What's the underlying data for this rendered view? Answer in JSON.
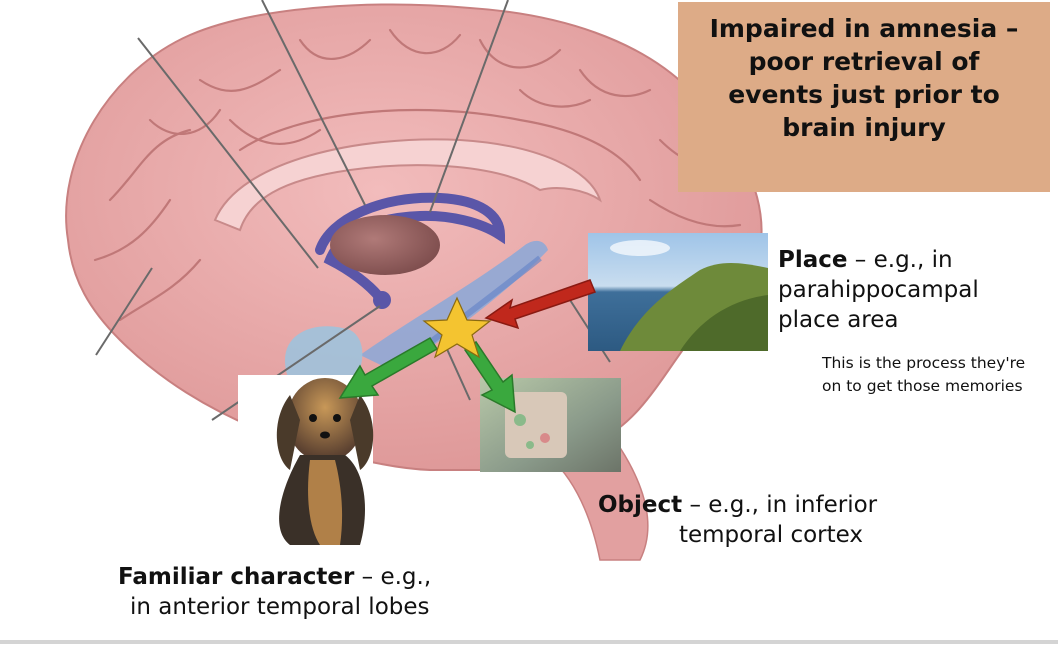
{
  "callout": {
    "lines": [
      "Impaired in amnesia –",
      "poor retrieval of",
      "events just prior to",
      "brain injury"
    ]
  },
  "place": {
    "title": "Place",
    "line1_rest": " – e.g., in",
    "line2": "parahippocampal",
    "line3": "place area"
  },
  "note": {
    "line1": "This is the process they're",
    "line2": "on to get those memories"
  },
  "object": {
    "title": "Object",
    "line1_rest": " – e.g., in inferior",
    "line2": "temporal cortex"
  },
  "character": {
    "title": "Familiar character",
    "line1_rest": " – e.g.,",
    "line2": "in anterior temporal lobes"
  },
  "colors": {
    "callout_bg": "#ddab87",
    "brain": "#e8a8a8",
    "limbic": "#5a56a8",
    "star": "#f4c430",
    "arrow_red": "#c0281c",
    "arrow_green": "#3aa83e"
  },
  "icons": [
    "brain-illustration",
    "star-icon",
    "red-arrow-icon",
    "green-arrow-icon"
  ]
}
